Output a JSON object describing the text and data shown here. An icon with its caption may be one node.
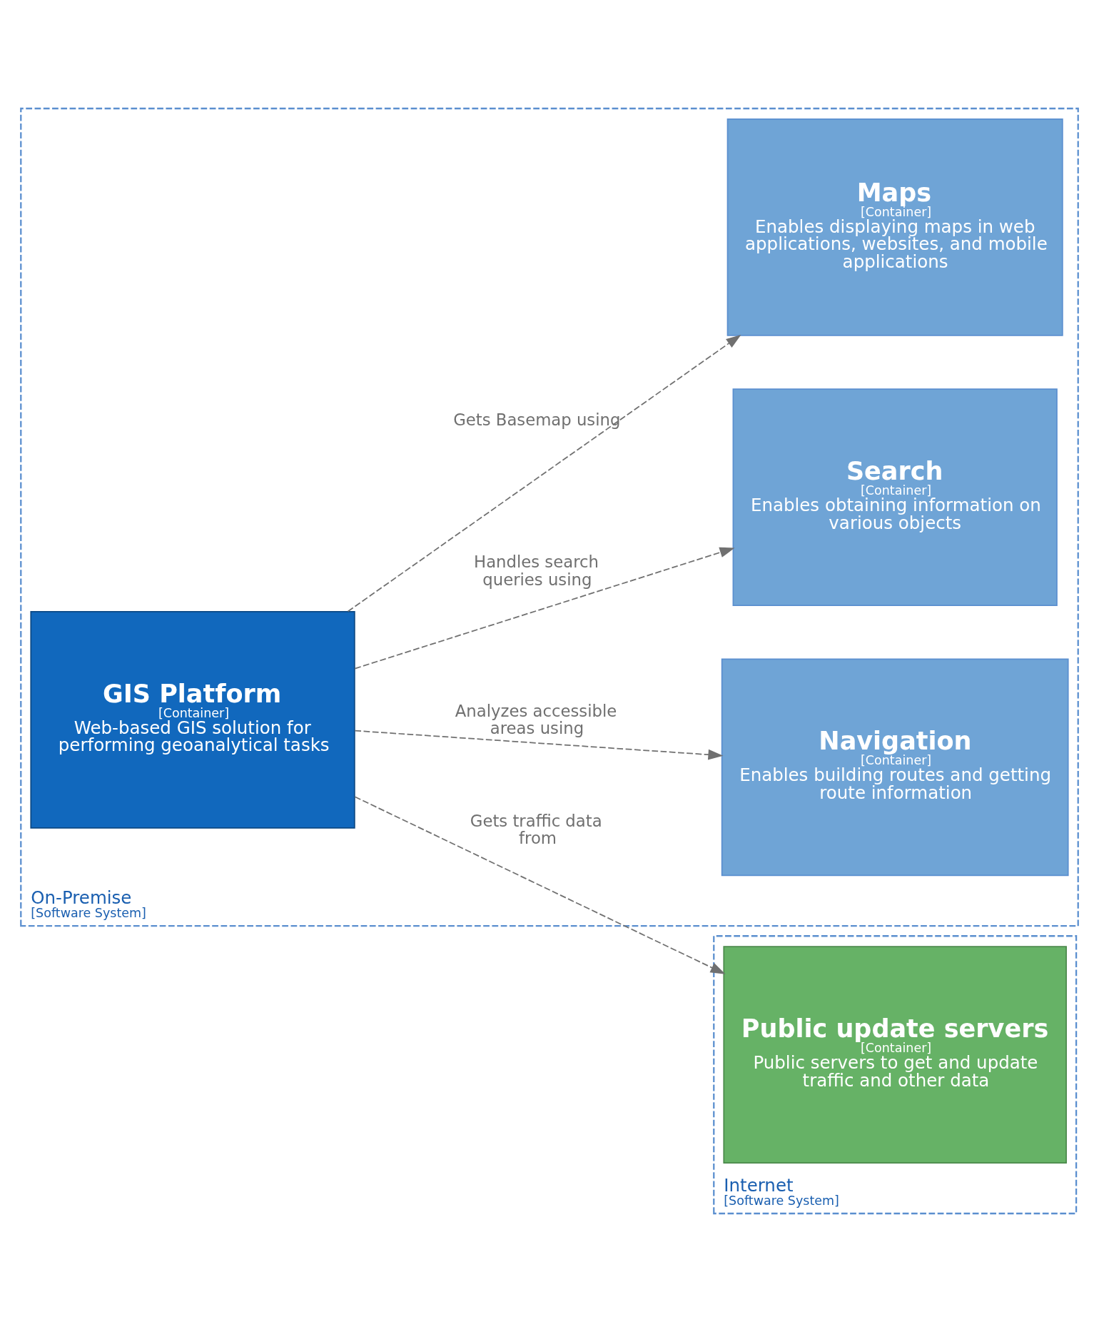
{
  "diagram": {
    "nodes": [
      {
        "text": [
          "On-Premise",
          "[Software System]"
        ]
      },
      {
        "text": [
          "Navigation",
          "[Container]",
          "Enables building routes and getting route information"
        ],
        "in": 0
      },
      {
        "text": [
          "Search",
          "[Container]",
          "Enables obtaining information on various objects"
        ],
        "in": 0
      },
      {
        "text": [
          "GIS Platform",
          "[Container]",
          "Web-based GIS solution for performing geoanalytical tasks"
        ],
        "in": 0
      },
      {
        "text": [
          "Maps",
          "[Container]",
          "Enables displaying maps in web applications, websites, and mobile applications"
        ],
        "in": 0
      },
      {
        "text": [
          "Internet",
          "[Software System]"
        ]
      },
      {
        "text": [
          "Public update servers",
          "[Container]",
          "Public servers to get and update traffic and other data"
        ],
        "in": 5
      }
    ],
    "edges": [
      {
        "from": 3,
        "to": 1,
        "arrow": "to",
        "label": "Analyzes accessible areas using",
        "style": "dashed"
      },
      {
        "from": 3,
        "to": 2,
        "arrow": "to",
        "label": "Handles search queries using",
        "style": "dashed"
      },
      {
        "from": 3,
        "to": 4,
        "arrow": "to",
        "label": "Gets Basemap using",
        "style": "dashed"
      },
      {
        "from": 3,
        "to": 6,
        "arrow": "to",
        "label": "Gets traffic data from",
        "style": "dashed"
      }
    ]
  }
}
